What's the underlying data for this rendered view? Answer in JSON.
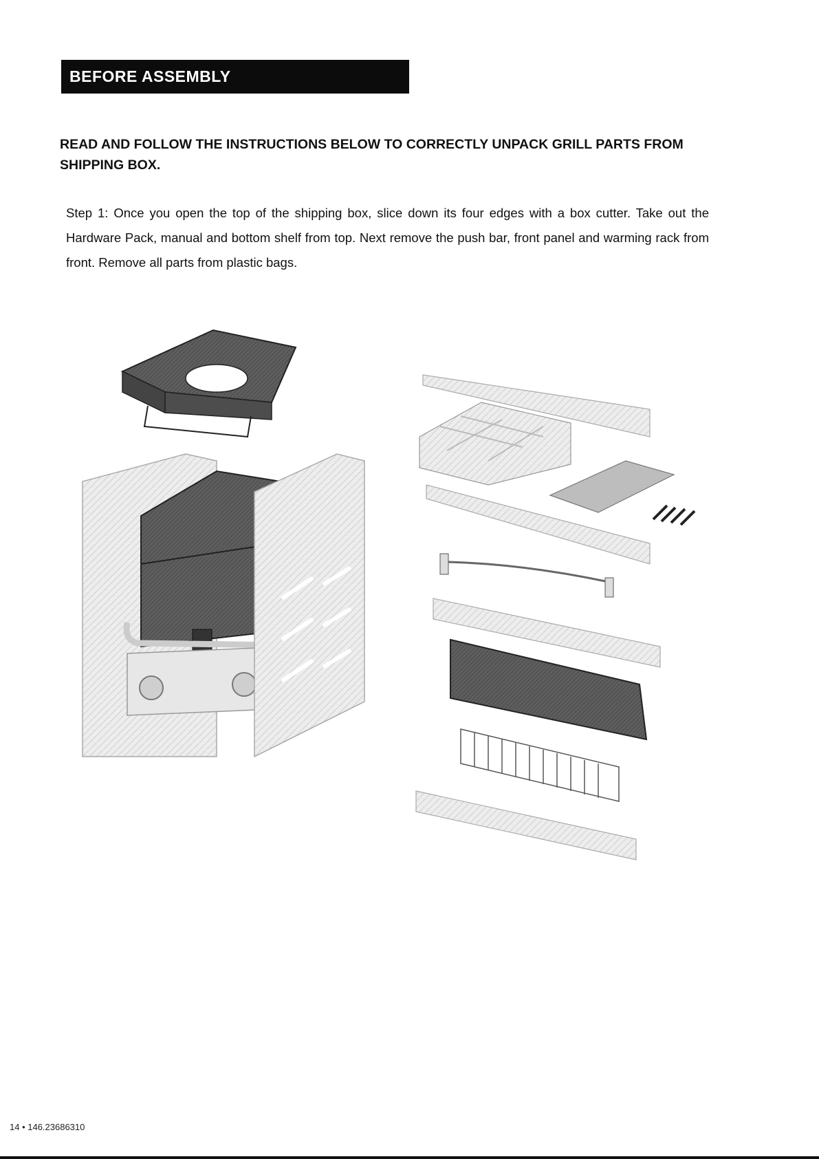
{
  "header": {
    "title": "BEFORE ASSEMBLY"
  },
  "instructions": {
    "lead": "READ AND FOLLOW THE INSTRUCTIONS BELOW TO CORRECTLY UNPACK GRILL PARTS FROM SHIPPING BOX.",
    "step1": "Step 1: Once you open the top of the shipping box, slice down its four edges with a box cutter. Take out the Hardware Pack, manual and bottom shelf from top. Next remove the push bar, front panel and warming rack from front. Remove all parts from plastic bags."
  },
  "footer": {
    "page_ref": "14 • 146.23686310"
  }
}
